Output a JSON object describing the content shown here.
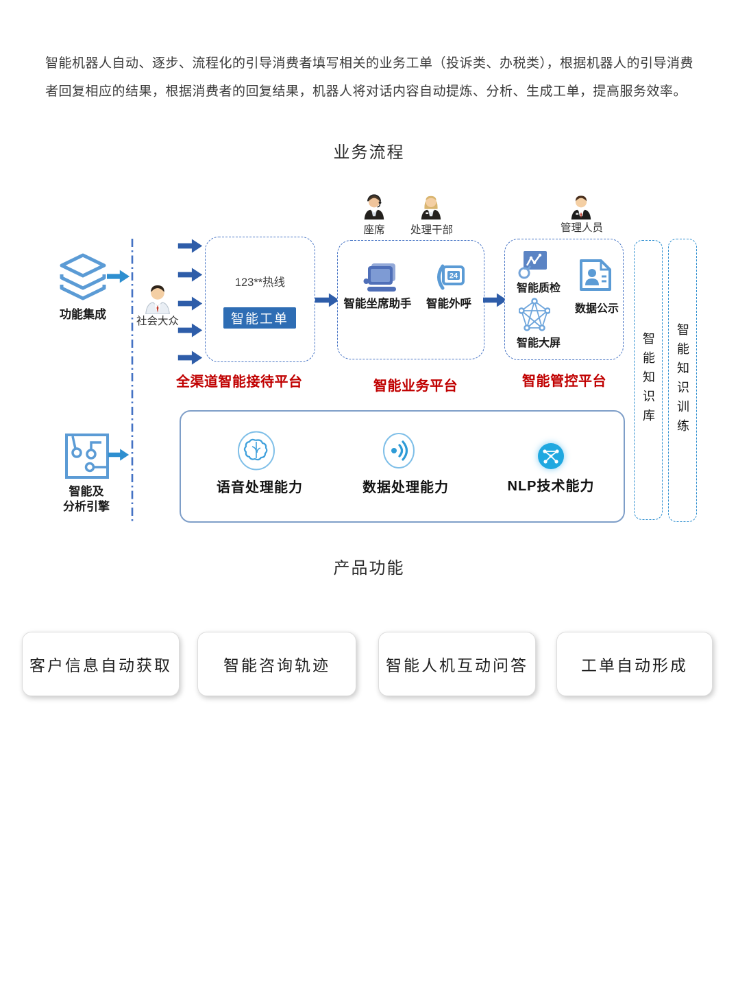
{
  "intro": {
    "text": "智能机器人自动、逐步、流程化的引导消费者填写相关的业务工单（投诉类、办税类），根据机器人的引导消费者回复相应的结果，根据消费者的回复结果，机器人将对话内容自动提炼、分析、生成工单，提高服务效率。"
  },
  "sections": {
    "flow_title": "业务流程",
    "product_title": "产品功能"
  },
  "flow": {
    "sources": {
      "integration_label": "功能集成",
      "engine_label_line1": "智能及",
      "engine_label_line2": "分析引擎"
    },
    "public": {
      "label": "社会大众"
    },
    "reception": {
      "caption": "全渠道智能接待平台",
      "hotline": "123**热线",
      "ticket_button": "智能工单"
    },
    "business": {
      "caption": "智能业务平台",
      "agent_assistant": "智能坐席助手",
      "outbound_call": "智能外呼",
      "outbound_icon_text": "24",
      "persons": {
        "agent": "座席",
        "handler": "处理干部"
      }
    },
    "control": {
      "caption": "智能管控平台",
      "quality": "智能质检",
      "publicity": "数据公示",
      "big_screen": "智能大屏",
      "persons": {
        "manager": "管理人员"
      }
    },
    "knowledge": {
      "base": "智能知识库",
      "training": "智能知识训练"
    },
    "capabilities": {
      "speech": "语音处理能力",
      "data": "数据处理能力",
      "nlp": "NLP技术能力"
    }
  },
  "products": {
    "items": [
      "客户信息自动获取",
      "智能咨询轨迹",
      "智能人机互动问答",
      "工单自动形成"
    ]
  },
  "colors": {
    "arrow_dark_blue": "#2E5DA9",
    "arrow_light_blue": "#2E8FD0",
    "dashed_border_blue": "#4472C4",
    "button_blue": "#2E6DB4",
    "caption_red": "#C00000",
    "icon_blue": "#5B9BD5",
    "nlp_icon_blue": "#1FA8E0"
  }
}
